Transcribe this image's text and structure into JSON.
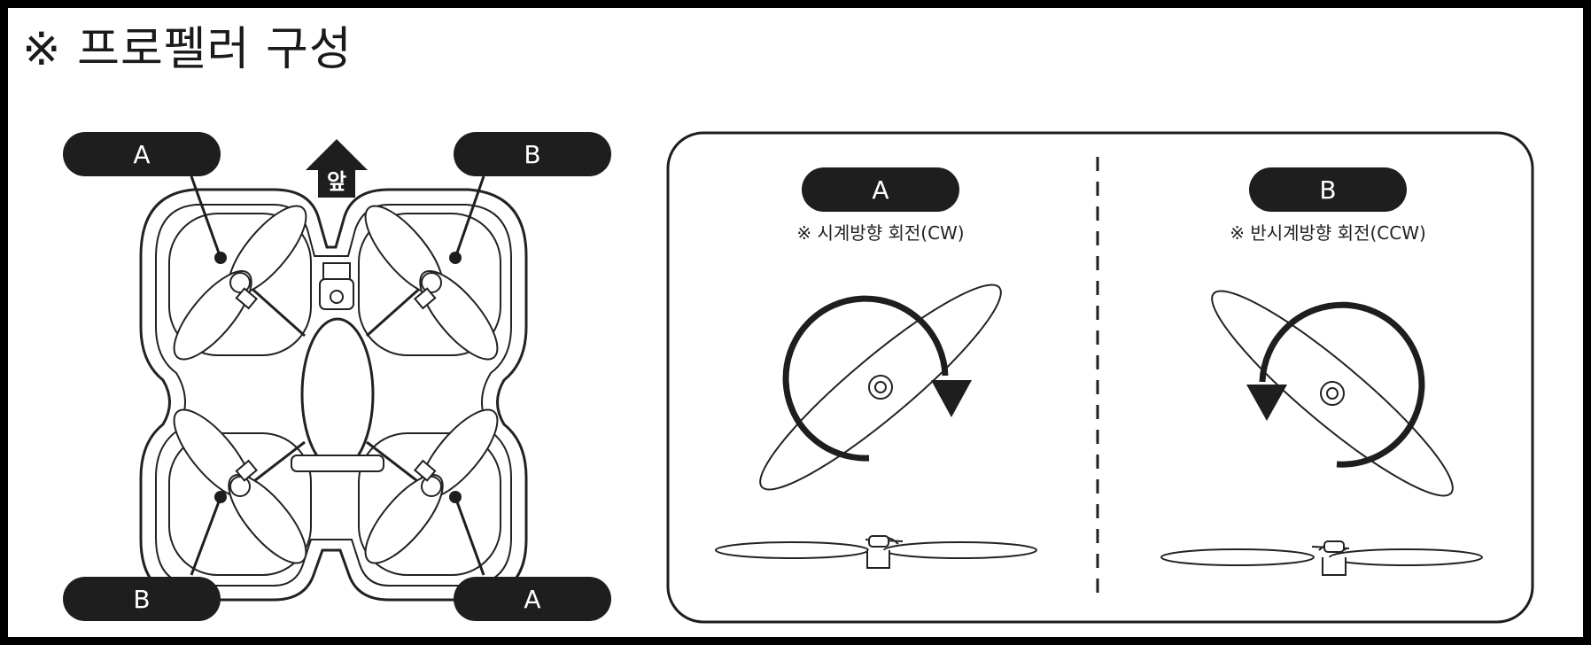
{
  "title": "※ 프로펠러 구성",
  "front_label": "앞",
  "drone_labels": {
    "top_left": "A",
    "top_right": "B",
    "bottom_left": "B",
    "bottom_right": "A"
  },
  "panel": {
    "a": {
      "label": "A",
      "caption": "※ 시계방향 회전(CW)"
    },
    "b": {
      "label": "B",
      "caption": "※ 반시계방향 회전(CCW)"
    }
  }
}
